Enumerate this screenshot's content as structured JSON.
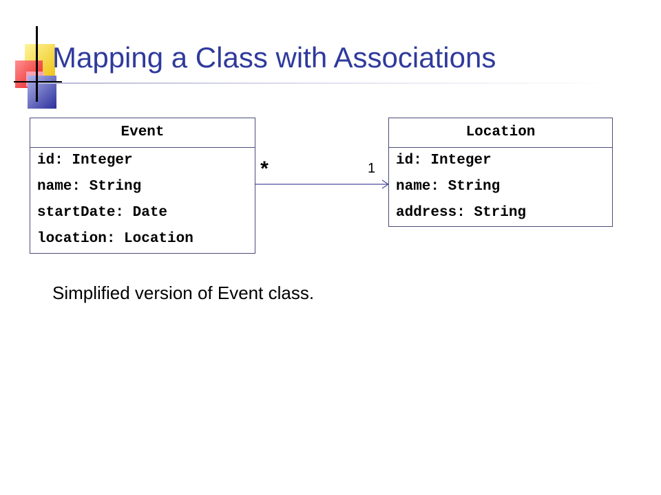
{
  "slide": {
    "title": "Mapping a Class with Associations",
    "caption": "Simplified version of Event class."
  },
  "diagram": {
    "classes": [
      {
        "name": "Event",
        "attributes": [
          "id: Integer",
          "name: String",
          "startDate: Date",
          "location: Location"
        ]
      },
      {
        "name": "Location",
        "attributes": [
          "id: Integer",
          "name: String",
          "address: String"
        ]
      }
    ],
    "association": {
      "source_multiplicity": "*",
      "target_multiplicity": "1",
      "line_color": "#4a4a9a"
    }
  },
  "colors": {
    "title": "#2f3a9c"
  }
}
